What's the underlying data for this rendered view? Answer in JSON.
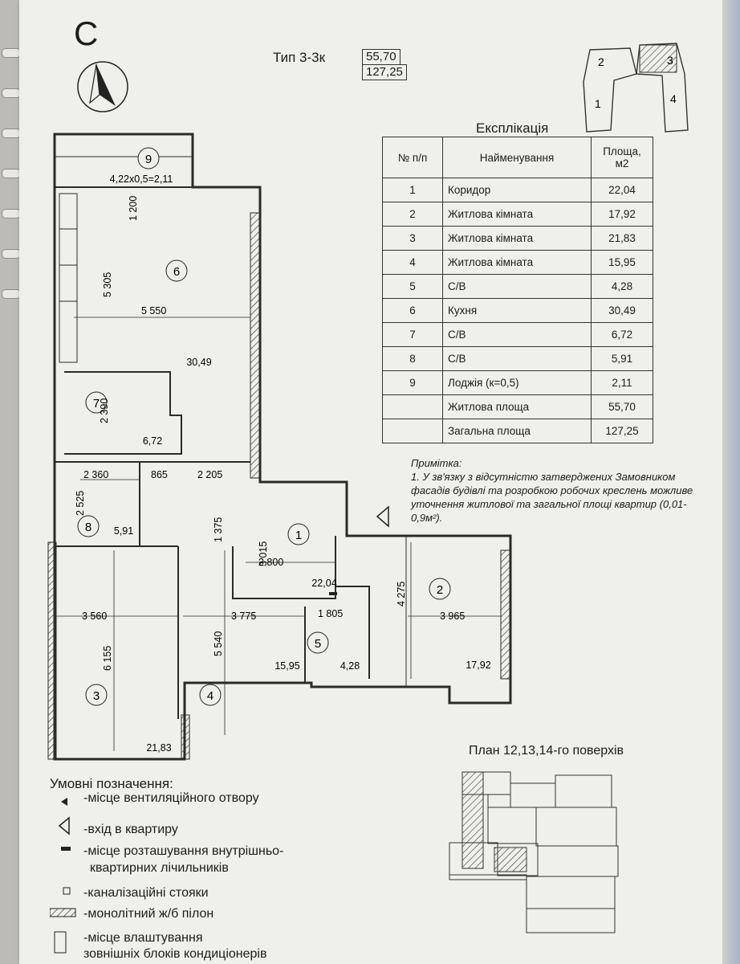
{
  "section": "C",
  "apartment": {
    "type": "Тип 3-3к",
    "living_area": "55,70",
    "total_area": "127,25"
  },
  "key_plan": {
    "labels": [
      "1",
      "2",
      "3",
      "4"
    ]
  },
  "explication": {
    "title": "Експлікація",
    "headers": [
      "№ п/п",
      "Найменування",
      "Площа, м2"
    ],
    "rows": [
      [
        "1",
        "Коридор",
        "22,04"
      ],
      [
        "2",
        "Житлова кімната",
        "17,92"
      ],
      [
        "3",
        "Житлова кімната",
        "21,83"
      ],
      [
        "4",
        "Житлова кімната",
        "15,95"
      ],
      [
        "5",
        "С/В",
        "4,28"
      ],
      [
        "6",
        "Кухня",
        "30,49"
      ],
      [
        "7",
        "С/В",
        "6,72"
      ],
      [
        "8",
        "С/В",
        "5,91"
      ],
      [
        "9",
        "Лоджія (к=0,5)",
        "2,11"
      ],
      [
        "",
        "Житлова площа",
        "55,70"
      ],
      [
        "",
        "Загальна площа",
        "127,25"
      ]
    ]
  },
  "note": {
    "title": "Примітка:",
    "text": "1. У зв'язку з відсутністю затверджених Замовником фасадів будівлі та розробкою робочих креслень можливе уточнення житлової та загальної площі квартир (0,01-0,9м²)."
  },
  "plan": {
    "rooms": [
      {
        "num": "1",
        "area": "22,04"
      },
      {
        "num": "2",
        "area": "17,92"
      },
      {
        "num": "3",
        "area": "21,83"
      },
      {
        "num": "4",
        "area": "15,95"
      },
      {
        "num": "5",
        "area": "4,28"
      },
      {
        "num": "6",
        "area": "30,49"
      },
      {
        "num": "7",
        "area": "6,72"
      },
      {
        "num": "8",
        "area": "5,91"
      },
      {
        "num": "9",
        "area": "4,22x0,5=2,11"
      }
    ],
    "dimensions": [
      "1 200",
      "5 305",
      "5 550",
      "2 390",
      "2 360",
      "865",
      "2 205",
      "2 525",
      "1 375",
      "3 015",
      "2 800",
      "3 560",
      "3 775",
      "1 805",
      "4 275",
      "3 965",
      "6 155",
      "5 540"
    ]
  },
  "legend": {
    "title": "Умовні позначення:",
    "items": [
      "-місце вентиляційного отвору",
      "-вхід в квартиру",
      "-місце розташування внутрішньо-",
      "квартирних лічильників",
      "-каналізаційні стояки",
      "-монолітний ж/б пілон",
      "-місце влаштування",
      "зовнішніх блоків кондиціонерів"
    ]
  },
  "floor_plan_title": "План 12,13,14-го поверхів"
}
